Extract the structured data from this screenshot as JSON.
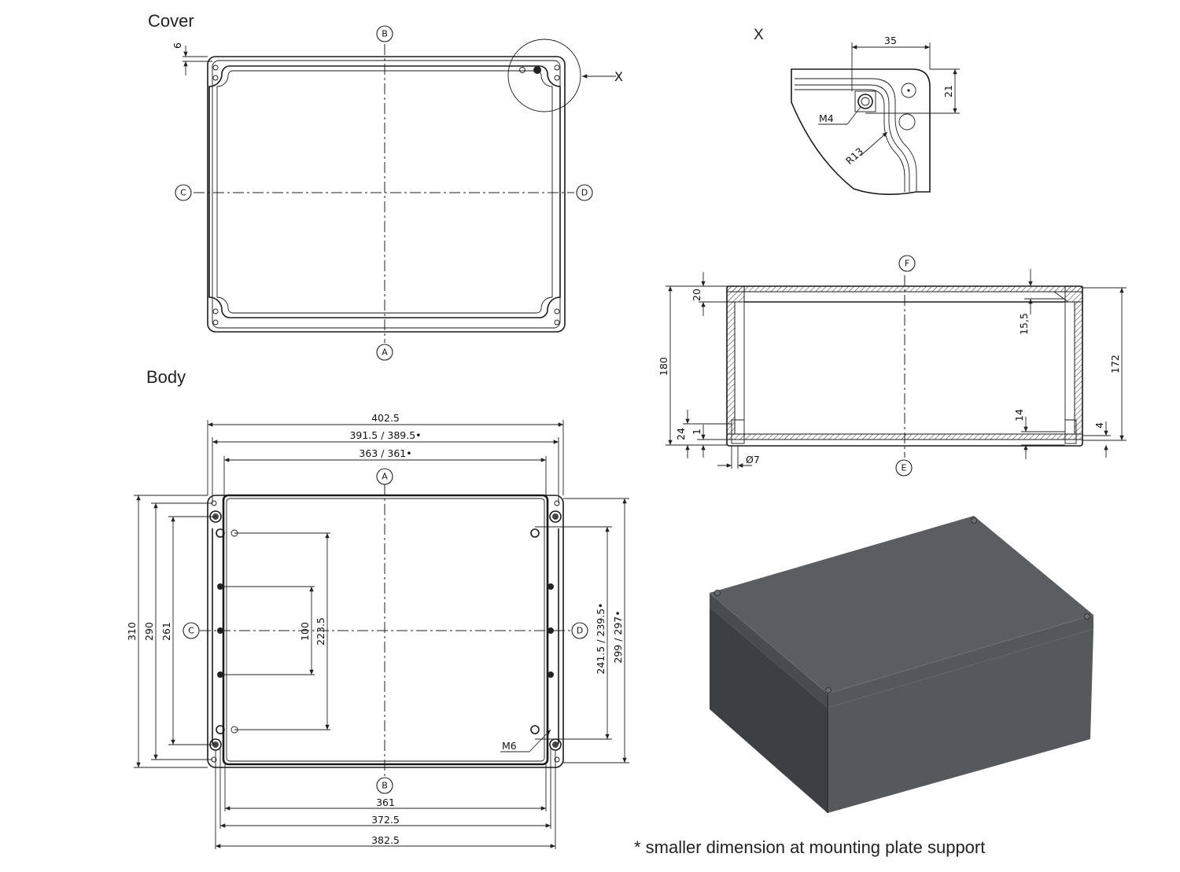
{
  "headings": {
    "cover": "Cover",
    "body": "Body",
    "detail": "X"
  },
  "bubbles": {
    "a": "A",
    "b": "B",
    "c": "C",
    "d": "D",
    "e": "E",
    "f": "F"
  },
  "cover": {
    "dim_6": "6",
    "detail_marker": "X"
  },
  "detail_x": {
    "dim_35": "35",
    "dim_21": "21",
    "thread": "M4",
    "radius": "R13"
  },
  "section": {
    "dim_180": "180",
    "dim_20": "20",
    "dim_24": "24",
    "dim_1": "1",
    "dim_diameter": "Ø7",
    "dim_15_5": "15,5",
    "dim_172": "172",
    "dim_14": "14",
    "dim_4": "4"
  },
  "body": {
    "dim_402_5": "402.5",
    "dim_391_5": "391.5 / 389.5•",
    "dim_363": "363 / 361•",
    "dim_361": "361",
    "dim_372_5": "372.5",
    "dim_382_5": "382.5",
    "dim_310": "310",
    "dim_290": "290",
    "dim_261": "261",
    "dim_100": "100",
    "dim_223_5": "223.5",
    "dim_241_5": "241.5 / 239.5•",
    "dim_299": "299 / 297•",
    "thread": "M6"
  },
  "footnote": "* smaller dimension at mounting plate support",
  "colors": {
    "enclosure_top": "#585c61",
    "enclosure_front": "#3d4045",
    "enclosure_side": "#4c5055",
    "line": "#1a1a1a"
  }
}
